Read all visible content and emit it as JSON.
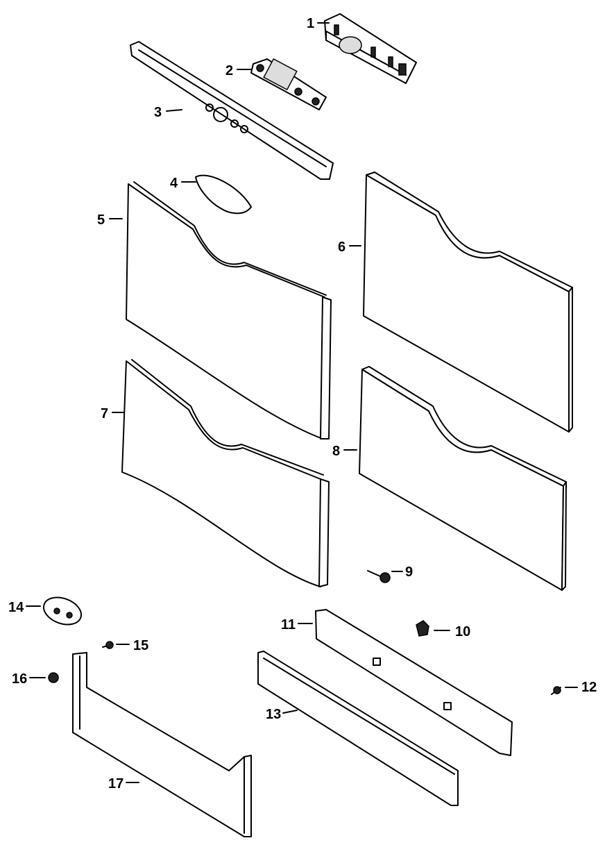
{
  "diagram": {
    "type": "exploded-parts-view",
    "callouts": [
      {
        "id": "p1",
        "label": "1"
      },
      {
        "id": "p2",
        "label": "2"
      },
      {
        "id": "p3",
        "label": "3"
      },
      {
        "id": "p4",
        "label": "4"
      },
      {
        "id": "p5",
        "label": "5"
      },
      {
        "id": "p6",
        "label": "6"
      },
      {
        "id": "p7",
        "label": "7"
      },
      {
        "id": "p8",
        "label": "8"
      },
      {
        "id": "p9",
        "label": "9"
      },
      {
        "id": "p10",
        "label": "10"
      },
      {
        "id": "p11",
        "label": "11"
      },
      {
        "id": "p12",
        "label": "12"
      },
      {
        "id": "p13",
        "label": "13"
      },
      {
        "id": "p14",
        "label": "14"
      },
      {
        "id": "p15",
        "label": "15"
      },
      {
        "id": "p16",
        "label": "16"
      },
      {
        "id": "p17",
        "label": "17"
      }
    ]
  }
}
